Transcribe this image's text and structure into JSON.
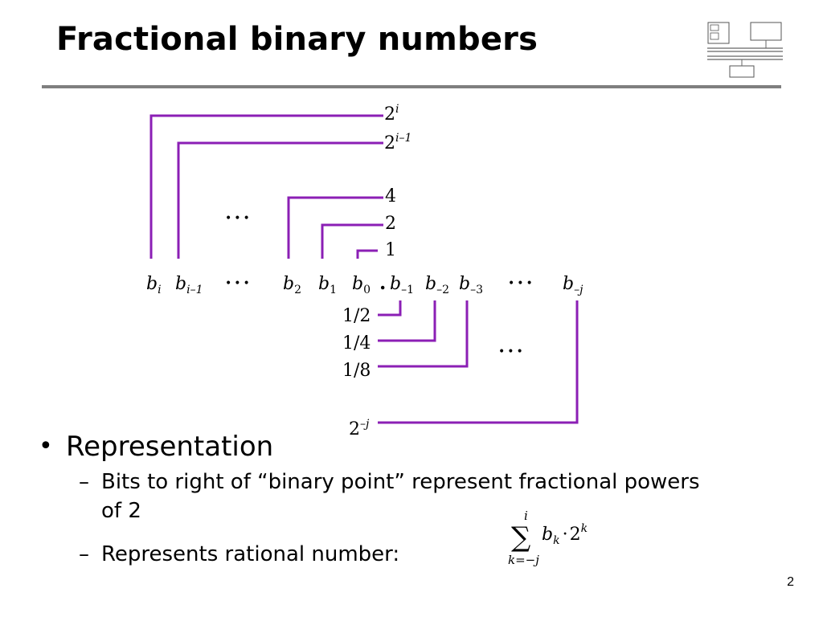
{
  "title": "Fractional binary numbers",
  "page_number": "2",
  "diagram": {
    "line_color": "#8b1fb5",
    "powers_left": [
      {
        "base": "2",
        "exp": "i"
      },
      {
        "base": "2",
        "exp": "i–1"
      },
      {
        "base": "4",
        "exp": ""
      },
      {
        "base": "2",
        "exp": ""
      },
      {
        "base": "1",
        "exp": ""
      }
    ],
    "bits": [
      {
        "b": "b",
        "sub": "i"
      },
      {
        "b": "b",
        "sub": "i–1"
      },
      {
        "b": "b",
        "sub": "2"
      },
      {
        "b": "b",
        "sub": "1"
      },
      {
        "b": "b",
        "sub": "0"
      },
      {
        "b": "b",
        "sub": "–1"
      },
      {
        "b": "b",
        "sub": "–2"
      },
      {
        "b": "b",
        "sub": "–3"
      },
      {
        "b": "b",
        "sub": "–j"
      }
    ],
    "binary_point": ".",
    "ellipsis": "•••",
    "powers_right": [
      {
        "text": "1/2"
      },
      {
        "text": "1/4"
      },
      {
        "text": "1/8"
      },
      {
        "base": "2",
        "exp": "–j"
      }
    ]
  },
  "bullets": {
    "main": "Representation",
    "sub": [
      "Bits to right of “binary point” represent fractional powers of 2",
      "Represents rational number:"
    ]
  },
  "formula": {
    "sum_symbol": "∑",
    "upper": "i",
    "lower": "k=−j",
    "term_b": "b",
    "term_sub": "k",
    "dot": "·",
    "base": "2",
    "exp": "k"
  }
}
